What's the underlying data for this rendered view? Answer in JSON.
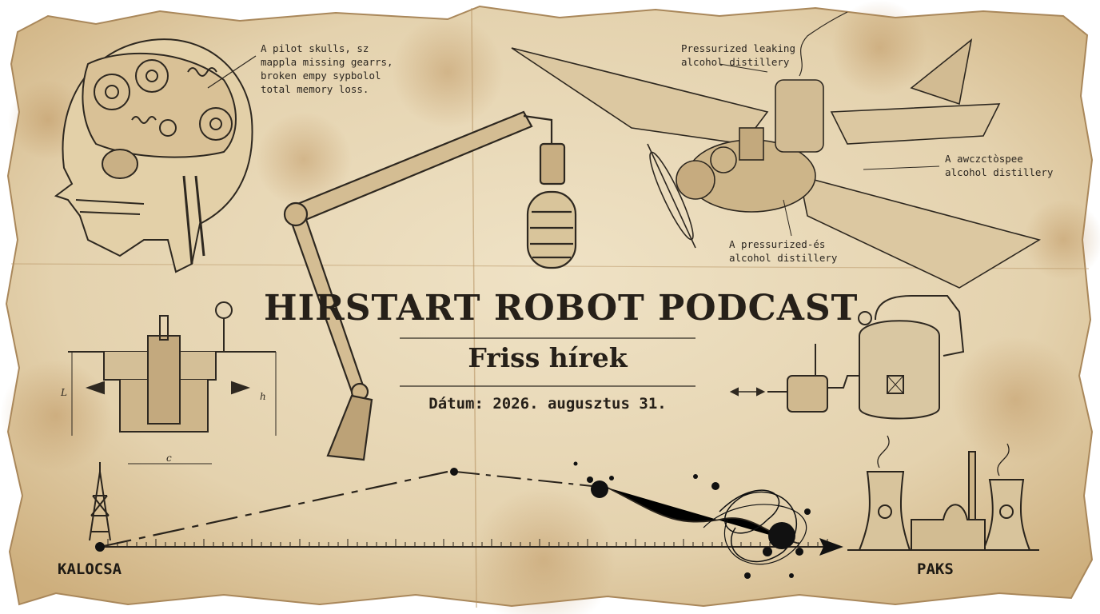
{
  "poster": {
    "title": "HIRSTART ROBOT PODCAST",
    "subtitle": "Friss hírek",
    "date_line": "Dátum: 2026. augusztus 31."
  },
  "annotations": {
    "skull_note": "A pilot skulls, sz\nmappla missing gearrs,\nbroken empy sypbolol\ntotal memory loss.",
    "distillery_top": "Pressurized leaking\nalcohol distillery",
    "distillery_right": "A awczctòspee\nalcohol distillery",
    "distillery_bottom": "A pressurized-és\nalcohol distillery"
  },
  "route": {
    "start_label": "KALOCSA",
    "end_label": "PAKS"
  },
  "colors": {
    "paper": "#e7d7b7",
    "paper_dark": "#c9ab7c",
    "ink": "#2a241c",
    "ink_splatter": "#111111"
  },
  "icons": [
    "skull-gears-illustration",
    "microphone-boom-illustration",
    "flying-machine-illustration",
    "piston-blueprint-illustration",
    "distillery-tank-illustration",
    "radio-tower-icon",
    "nuclear-plant-icon",
    "ink-splatter",
    "arrow-head-icon"
  ]
}
